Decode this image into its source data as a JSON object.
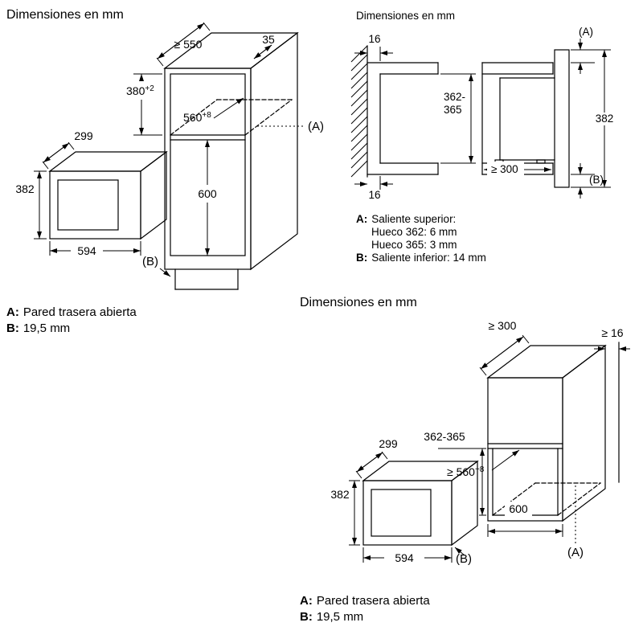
{
  "d1": {
    "title": "Dimensiones en mm",
    "dims": {
      "top_depth": "≥ 550",
      "top_edge": "35",
      "niche_height": "380",
      "niche_height_tol": "+2",
      "niche_depth": "560",
      "niche_depth_tol": "+8",
      "lower_compartment": "600",
      "mw_depth": "299",
      "mw_height": "382",
      "mw_width": "594"
    },
    "labels": {
      "a": "(A)",
      "b": "(B)"
    },
    "notes": {
      "a_key": "A:",
      "a_text": "Pared trasera abierta",
      "b_key": "B:",
      "b_text": "19,5 mm"
    }
  },
  "d2": {
    "title": "Dimensiones en mm",
    "dims": {
      "rear_gap_top": "16",
      "rear_gap_bottom": "16",
      "niche_height_line1": "362-",
      "niche_height_line2": "365",
      "front_height": "382",
      "min_depth": "≥ 300"
    },
    "labels": {
      "a": "(A)",
      "b": "(B)"
    },
    "legend": {
      "a_key": "A:",
      "a_text": "Saliente superior:",
      "a_detail1": "Hueco 362: 6 mm",
      "a_detail2": "Hueco 365: 3 mm",
      "b_key": "B:",
      "b_text": "Saliente inferior: 14 mm"
    }
  },
  "d3": {
    "title": "Dimensiones en mm",
    "dims": {
      "min_top_depth": "≥ 300",
      "min_rear_gap": "≥ 16",
      "niche_height": "362-365",
      "mw_depth": "299",
      "niche_depth": "≥ 560",
      "niche_depth_tol": "+8",
      "mw_height": "382",
      "bottom_width": "600",
      "mw_width": "594"
    },
    "labels": {
      "a": "(A)",
      "b": "(B)"
    },
    "notes": {
      "a_key": "A:",
      "a_text": "Pared trasera abierta",
      "b_key": "B:",
      "b_text": "19,5 mm"
    }
  }
}
